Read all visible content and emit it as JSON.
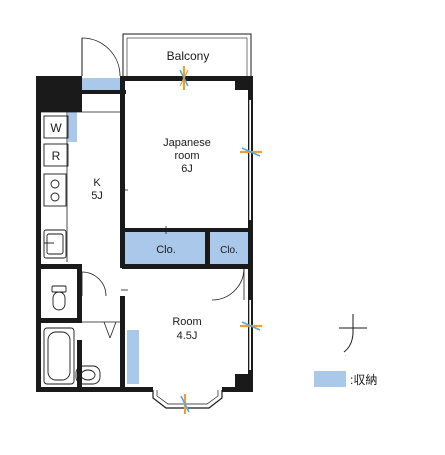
{
  "floorplan": {
    "balcony_label": "Balcony",
    "japanese_room": {
      "name_line1": "Japanese",
      "name_line2": "room",
      "size": "6J"
    },
    "room": {
      "name": "Room",
      "size": "4.5J"
    },
    "kitchen": {
      "name": "K",
      "size": "5J"
    },
    "closet_label": "Clo.",
    "closet_small_label": "Clo.",
    "washer_label": "W",
    "fridge_label": "R",
    "north_symbol": "ナ"
  },
  "legend": {
    "label": ":収納",
    "storage_color": "#a9c8ea"
  },
  "colors": {
    "wall": "#1a1a1a",
    "storage": "#a9c8ea",
    "vent_orange": "#f0a030",
    "vent_blue": "#55a8e0"
  }
}
